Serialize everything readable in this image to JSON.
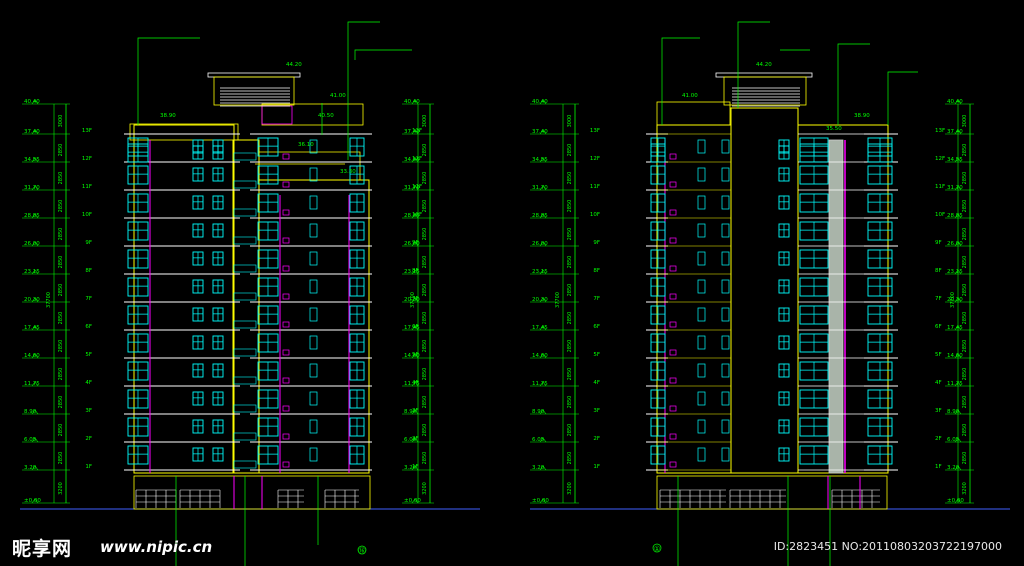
{
  "left_elevation": {
    "total_height_label": "37700",
    "elevation_marks": [
      "40.40",
      "37.40",
      "34.55",
      "31.70",
      "28.85",
      "26.00",
      "23.15",
      "20.30",
      "17.45",
      "14.60",
      "11.75",
      "8.90",
      "6.05",
      "3.20",
      "±0.00"
    ],
    "floor_heights": [
      "3000",
      "2850",
      "2850",
      "2850",
      "2850",
      "2850",
      "2850",
      "2850",
      "2850",
      "2850",
      "2850",
      "2850",
      "2850",
      "3200"
    ],
    "floor_labels": [
      "13F",
      "12F",
      "11F",
      "10F",
      "9F",
      "8F",
      "7F",
      "6F",
      "5F",
      "4F",
      "3F",
      "2F",
      "1F"
    ],
    "roof_labels": [
      "44.20",
      "41.00",
      "38.90",
      "40.50",
      "36.10",
      "33.30"
    ],
    "grid_tag": "⑯"
  },
  "right_elevation": {
    "total_height_label": "37700",
    "elevation_marks": [
      "40.40",
      "37.40",
      "34.55",
      "31.70",
      "28.85",
      "26.00",
      "23.15",
      "20.30",
      "17.45",
      "14.60",
      "11.75",
      "8.90",
      "6.05",
      "3.20",
      "±0.00"
    ],
    "floor_heights": [
      "3000",
      "2850",
      "2850",
      "2850",
      "2850",
      "2850",
      "2850",
      "2850",
      "2850",
      "2850",
      "2850",
      "2850",
      "2850",
      "3200"
    ],
    "floor_labels": [
      "13F",
      "12F",
      "11F",
      "10F",
      "9F",
      "8F",
      "7F",
      "6F",
      "5F",
      "4F",
      "3F",
      "2F",
      "1F"
    ],
    "roof_labels": [
      "44.20",
      "41.00",
      "38.90",
      "35.50"
    ],
    "grid_tag": "①"
  },
  "colors": {
    "background": "#000000",
    "outline": "#ffff00",
    "window": "#00ffff",
    "dimension": "#00ff00",
    "accent": "#ff00ff",
    "wall": "#ffffff"
  },
  "watermark": {
    "logo": "昵享网",
    "site": "www.nipic.cn",
    "id": "ID:2823451 NO:20110803203722197000"
  }
}
